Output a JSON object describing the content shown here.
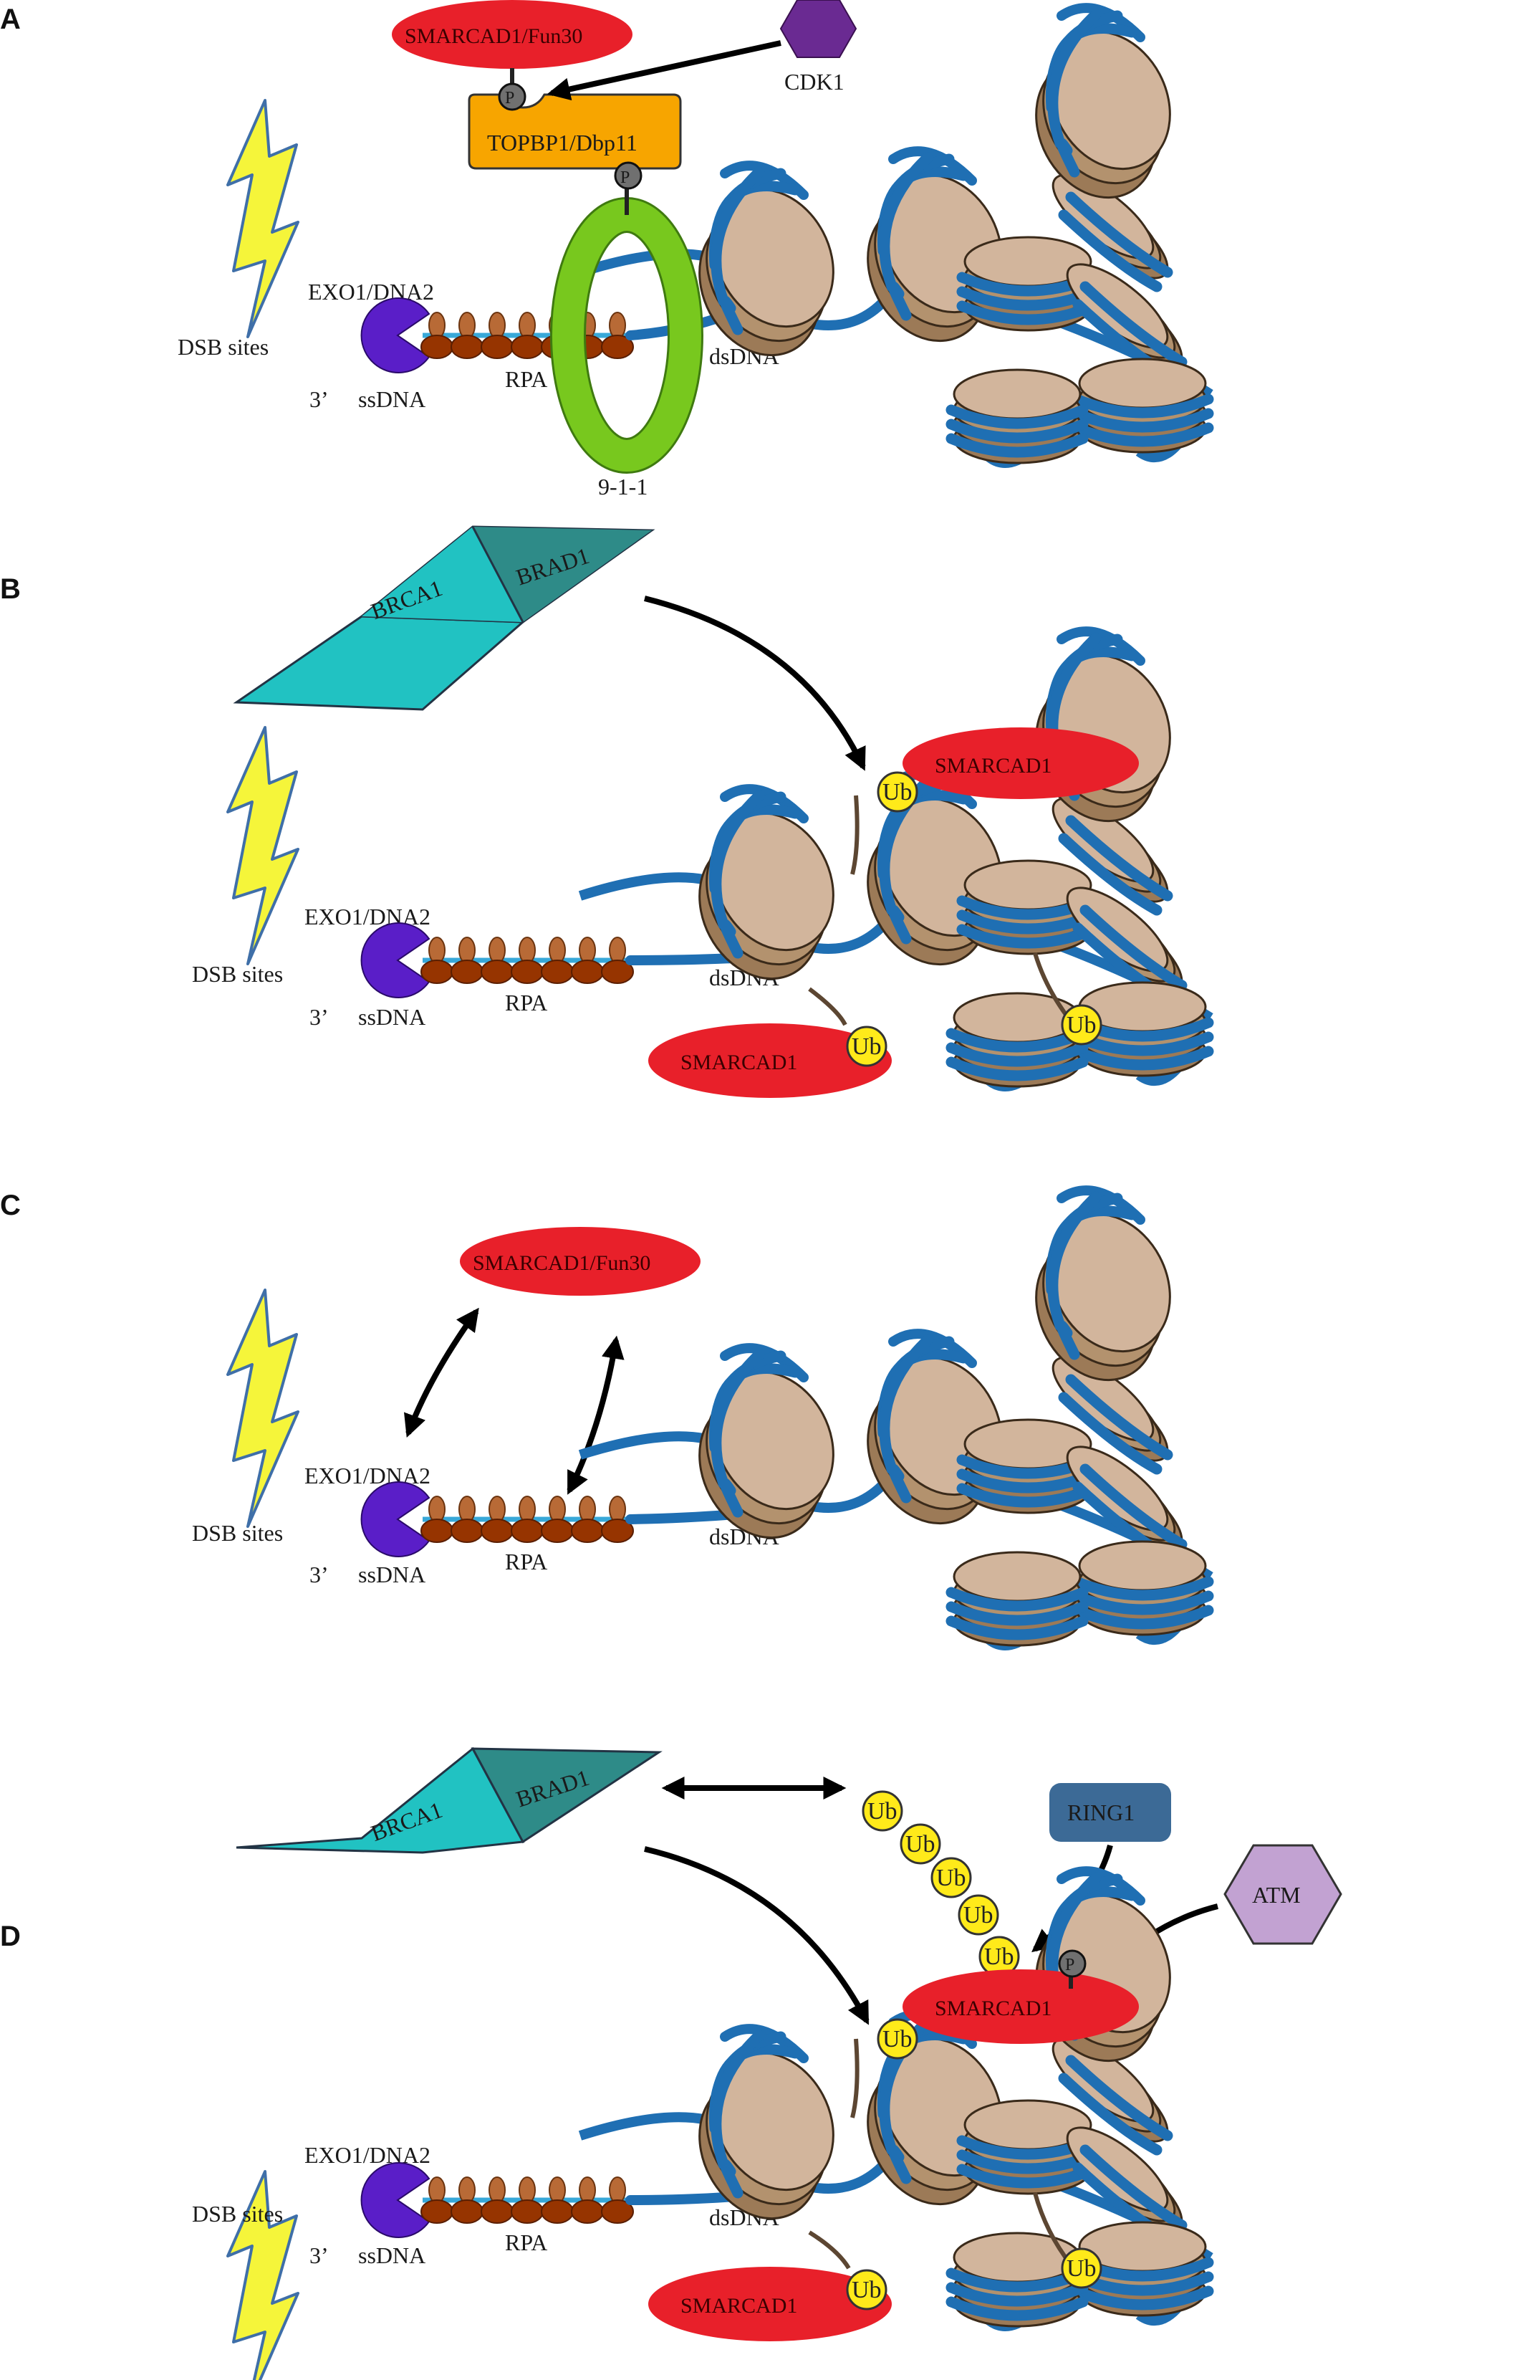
{
  "panels": {
    "a": {
      "letter": "A",
      "dsb": "DSB sites",
      "exo": "EXO1/DNA2",
      "three_prime": "3’",
      "ssdna": "ssDNA",
      "rpa": "RPA",
      "dsdna": "dsDNA",
      "smarcad": "SMARCAD1/Fun30",
      "cdk": "CDK1",
      "topbp": "TOPBP1/Dbp11",
      "p1": "P",
      "p2": "P",
      "clamp": "9-1-1"
    },
    "b": {
      "letter": "B",
      "brca": "BRCA1",
      "brad": "BRAD1",
      "smarcad_top": "SMARCAD1",
      "smarcad_bottom": "SMARCAD1",
      "ub1": "Ub",
      "ub2": "Ub",
      "ub3": "Ub",
      "dsb": "DSB sites",
      "exo": "EXO1/DNA2",
      "three_prime": "3’",
      "ssdna": "ssDNA",
      "rpa": "RPA",
      "dsdna": "dsDNA"
    },
    "c": {
      "letter": "C",
      "smarcad": "SMARCAD1/Fun30",
      "dsb": "DSB sites",
      "exo": "EXO1/DNA2",
      "three_prime": "3’",
      "ssdna": "ssDNA",
      "rpa": "RPA",
      "dsdna": "dsDNA"
    },
    "d": {
      "letter": "D",
      "brca": "BRCA1",
      "brad": "BRAD1",
      "ring": "RING1",
      "atm": "ATM",
      "p": "P",
      "ub_chain": [
        "Ub",
        "Ub",
        "Ub",
        "Ub",
        "Ub"
      ],
      "smarcad_top": "SMARCAD1",
      "smarcad_bottom": "SMARCAD1",
      "ub1": "Ub",
      "ub2": "Ub",
      "ub3": "Ub",
      "dsb": "DSB sites",
      "exo": "EXO1/DNA2",
      "three_prime": "3’",
      "ssdna": "ssDNA",
      "rpa": "RPA",
      "dsdna": "dsDNA"
    }
  },
  "colors": {
    "dna": "#1f6fb3",
    "histone_light": "#d2b59c",
    "histone_dark": "#9c7a57",
    "rpa_top": "#b86a36",
    "rpa_bottom": "#963400",
    "ssdna": "#38a8d8",
    "exo": "#5a1ec8",
    "smarcad": "#e8202a",
    "topbp": "#f7a500",
    "clamp": "#78c81e",
    "cdk": "#6a2a92",
    "brca": "#21c2c2",
    "brad": "#2e8b88",
    "ub": "#ffea1a",
    "ring": "#3c6a96",
    "atm": "#c2a2d2",
    "phospho": "#707070",
    "lightning": "#f5f53a"
  }
}
